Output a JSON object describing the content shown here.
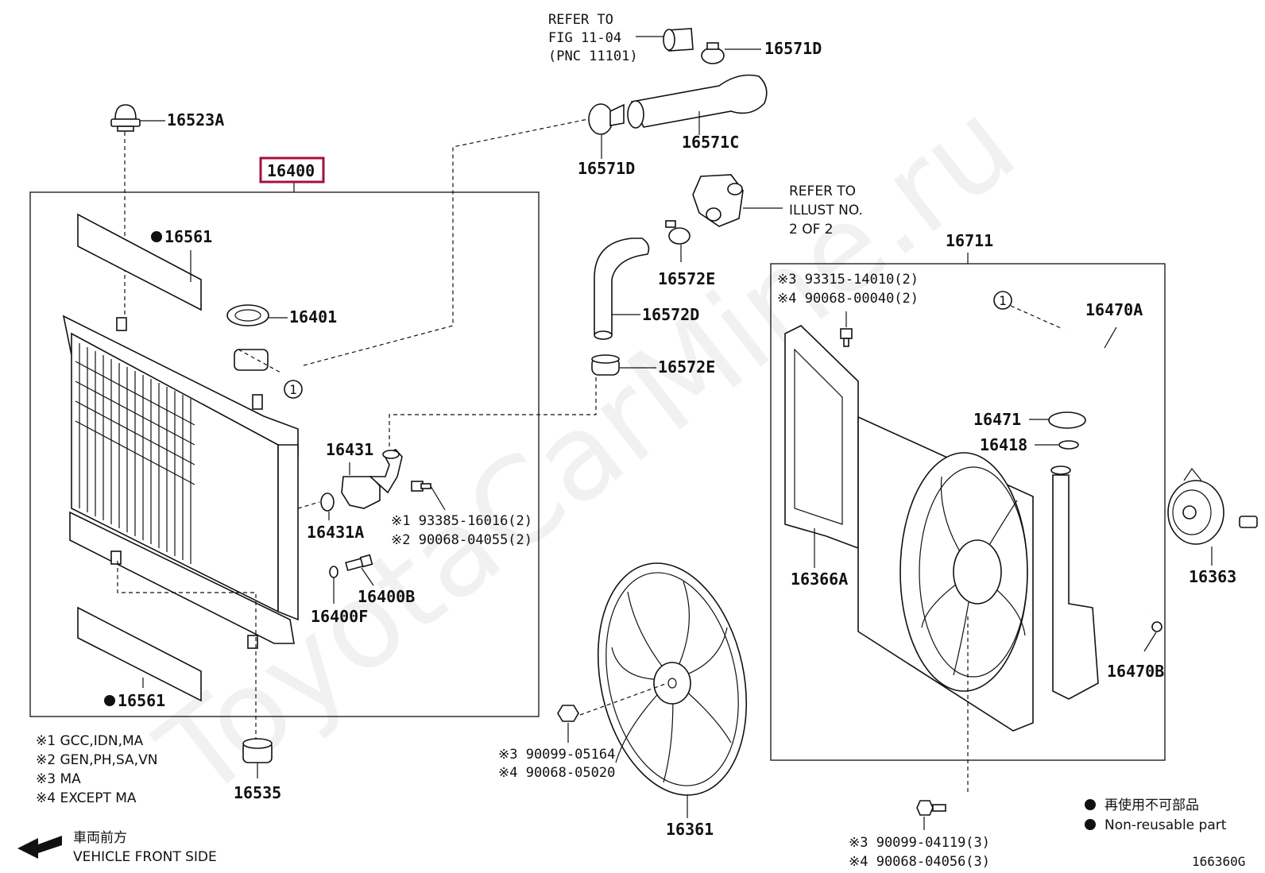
{
  "watermark": "ToyotaCarMine.ru",
  "highlighted_part": "16400",
  "refer_fig": {
    "line1": "REFER TO",
    "line2": "FIG 11-04",
    "line3": "(PNC 11101)"
  },
  "refer_illust": {
    "line1": "REFER TO",
    "line2": "ILLUST NO.",
    "line3": "2 OF 2"
  },
  "parts": {
    "p16400": "16400",
    "p16523A": "16523A",
    "p16561_top": "16561",
    "p16561_bottom": "16561",
    "p16401": "16401",
    "p16431": "16431",
    "p16431A": "16431A",
    "p16400B": "16400B",
    "p16400F": "16400F",
    "p16535": "16535",
    "p16571D_top": "16571D",
    "p16571D_left": "16571D",
    "p16571C": "16571C",
    "p16572E_top": "16572E",
    "p16572E_bottom": "16572E",
    "p16572D": "16572D",
    "p16711": "16711",
    "p16366A": "16366A",
    "p16470A": "16470A",
    "p16471": "16471",
    "p16418": "16418",
    "p16363": "16363",
    "p16470B": "16470B",
    "p16361": "16361"
  },
  "circle_ref": "1",
  "bolts": {
    "b1": "※1 93385-16016(2)",
    "b2": "※2 90068-04055(2)",
    "b3a": "※3  93315-14010(2)",
    "b4a": "※4  90068-00040(2)",
    "b3b": "※3 90099-05164",
    "b4b": "※4 90068-05020",
    "b3c": "※3  90099-04119(3)",
    "b4c": "※4  90068-04056(3)"
  },
  "notes": [
    "※1 GCC,IDN,MA",
    "※2 GEN,PH,SA,VN",
    "※3 MA",
    "※4 EXCEPT MA"
  ],
  "legend": {
    "jp": "再使用不可部品",
    "en": "Non-reusable part"
  },
  "front": {
    "jp": "車両前方",
    "en": "VEHICLE FRONT SIDE"
  },
  "diagram_code": "166360G"
}
